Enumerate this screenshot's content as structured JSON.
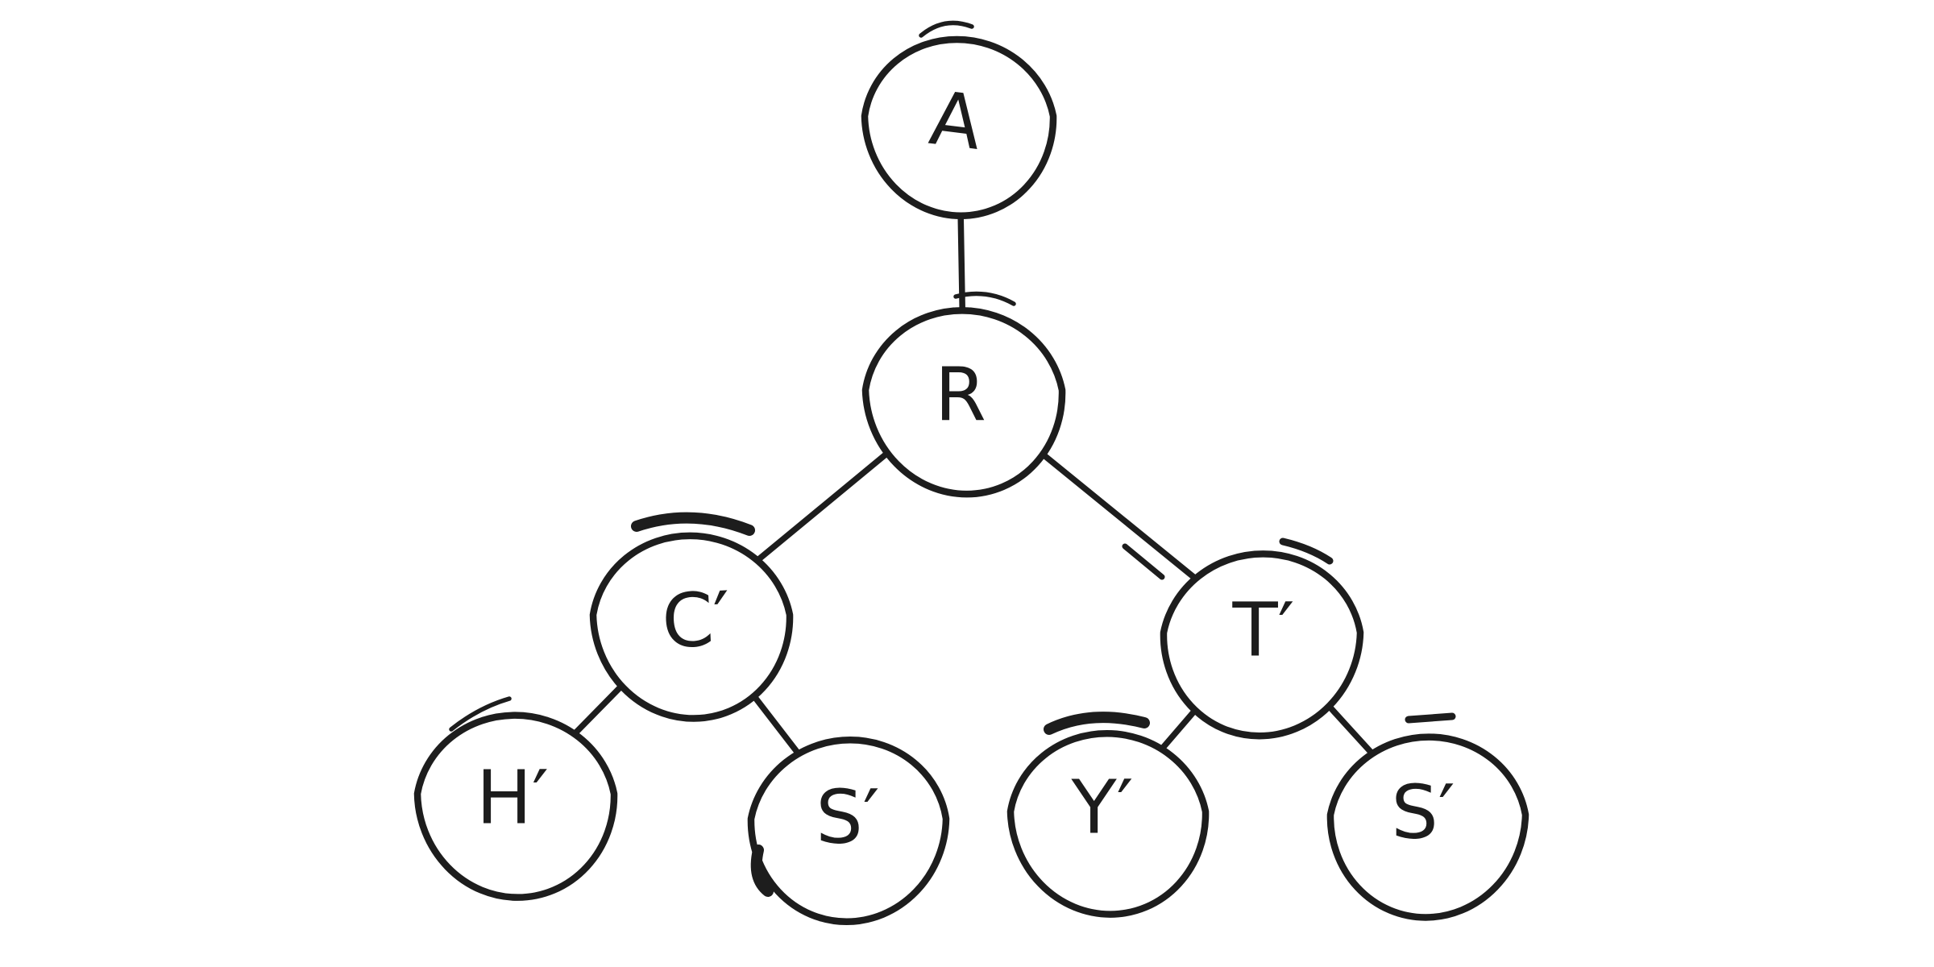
{
  "diagram": {
    "type": "tree",
    "background_color": "#ffffff",
    "ink_color": "#1d1d1d",
    "style": "hand-drawn marker sketch",
    "nodes": [
      {
        "id": "a",
        "label": "A",
        "level": 0
      },
      {
        "id": "r",
        "label": "R",
        "level": 1
      },
      {
        "id": "c-prime",
        "label": "C′",
        "level": 2
      },
      {
        "id": "t-prime",
        "label": "T′",
        "level": 2
      },
      {
        "id": "h-prime",
        "label": "H′",
        "level": 3
      },
      {
        "id": "s-prime-left",
        "label": "S′",
        "level": 3
      },
      {
        "id": "y-prime",
        "label": "Y′",
        "level": 3
      },
      {
        "id": "s-prime-right",
        "label": "S′",
        "level": 3
      }
    ],
    "edges": [
      {
        "from": "A",
        "to": "R"
      },
      {
        "from": "R",
        "to": "C′"
      },
      {
        "from": "R",
        "to": "T′",
        "stroke_style": "double near lower end"
      },
      {
        "from": "C′",
        "to": "H′"
      },
      {
        "from": "C′",
        "to": "S′ (left)"
      },
      {
        "from": "T′",
        "to": "Y′"
      },
      {
        "from": "T′",
        "to": "S′ (right)"
      }
    ]
  }
}
